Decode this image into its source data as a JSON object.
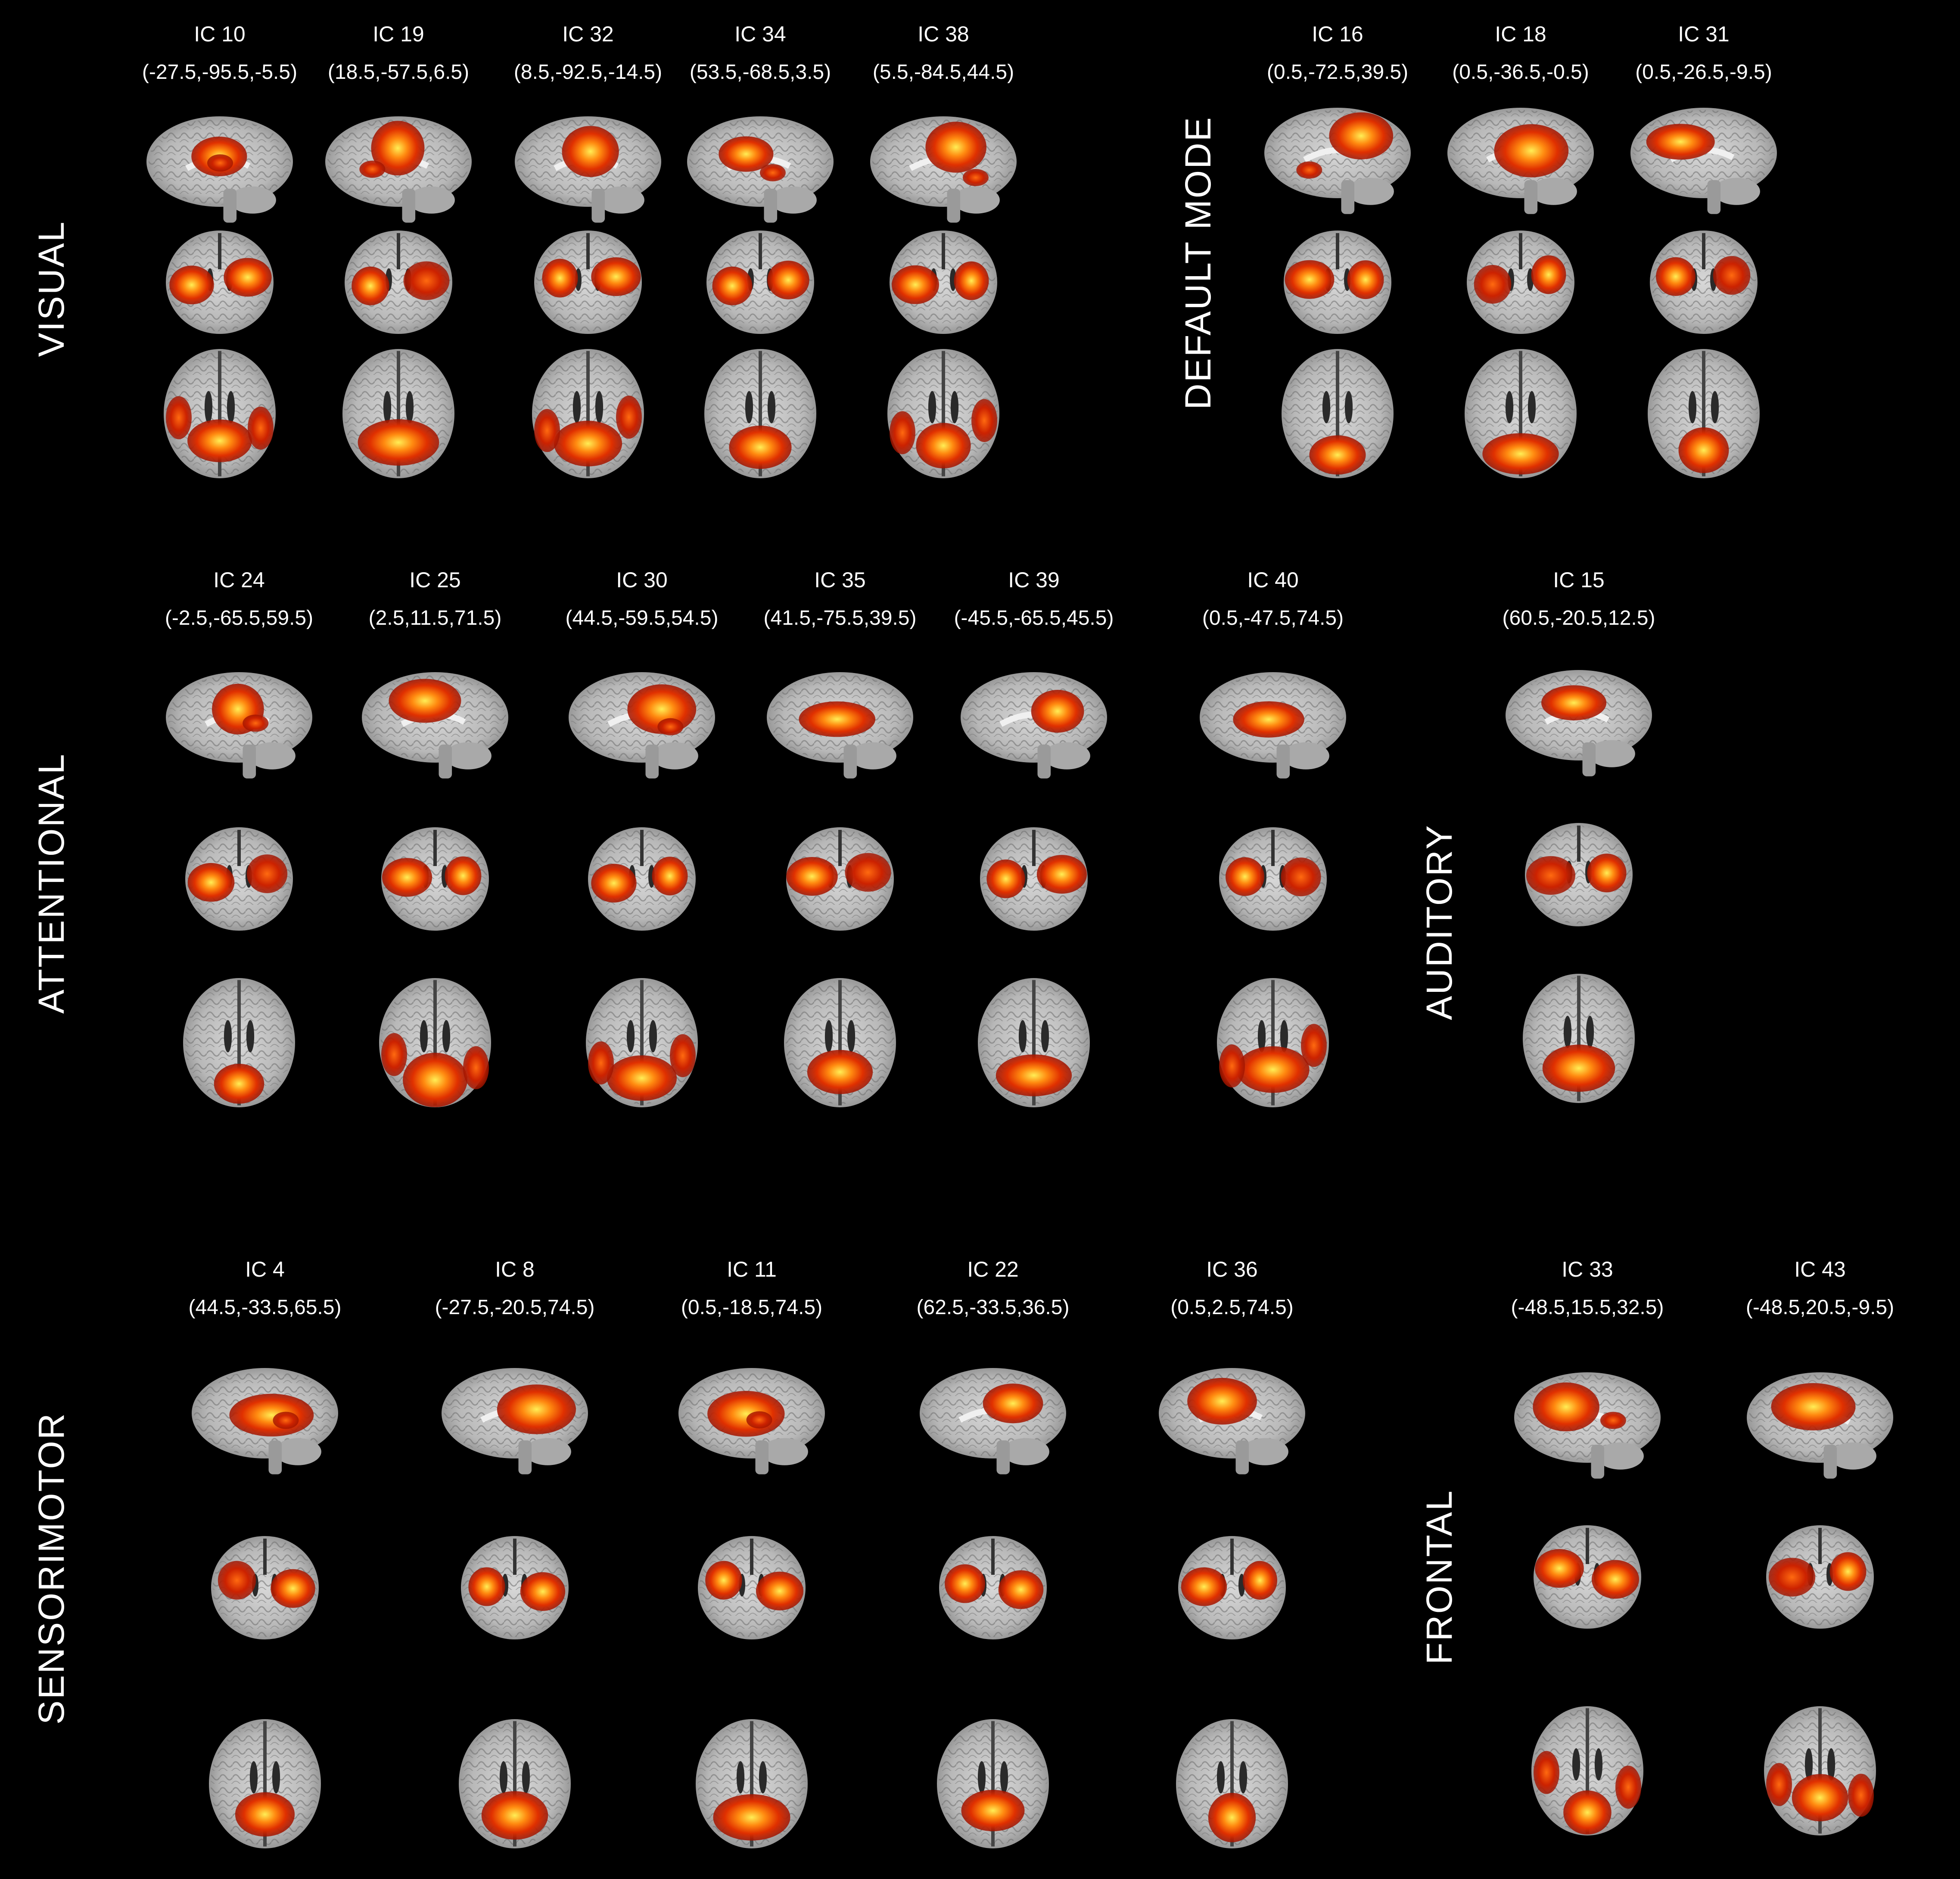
{
  "colors": {
    "background": "#000000",
    "text": "#ffffff",
    "brain": "#c9c9c9",
    "brain_dark": "#7a7a7a",
    "activation_outer": "#b01a00",
    "activation_mid": "#ff5500",
    "activation_core": "#ffee55"
  },
  "networks": [
    {
      "label": "VISUAL",
      "components": [
        {
          "name": "IC 10",
          "coords": "(-27.5,-95.5,-5.5)"
        },
        {
          "name": "IC 19",
          "coords": "(18.5,-57.5,6.5)"
        },
        {
          "name": "IC 32",
          "coords": "(8.5,-92.5,-14.5)"
        },
        {
          "name": "IC 34",
          "coords": "(53.5,-68.5,3.5)"
        },
        {
          "name": "IC 38",
          "coords": "(5.5,-84.5,44.5)"
        }
      ]
    },
    {
      "label": "DEFAULT  MODE",
      "components": [
        {
          "name": "IC 16",
          "coords": "(0.5,-72.5,39.5)"
        },
        {
          "name": "IC 18",
          "coords": "(0.5,-36.5,-0.5)"
        },
        {
          "name": "IC 31",
          "coords": "(0.5,-26.5,-9.5)"
        }
      ]
    },
    {
      "label": "ATTENTIONAL",
      "components": [
        {
          "name": "IC 24",
          "coords": "(-2.5,-65.5,59.5)"
        },
        {
          "name": "IC 25",
          "coords": "(2.5,11.5,71.5)"
        },
        {
          "name": "IC 30",
          "coords": "(44.5,-59.5,54.5)"
        },
        {
          "name": "IC 35",
          "coords": "(41.5,-75.5,39.5)"
        },
        {
          "name": "IC 39",
          "coords": "(-45.5,-65.5,45.5)"
        },
        {
          "name": "IC 40",
          "coords": "(0.5,-47.5,74.5)"
        }
      ]
    },
    {
      "label": "AUDITORY",
      "components": [
        {
          "name": "IC 15",
          "coords": "(60.5,-20.5,12.5)"
        }
      ]
    },
    {
      "label": "SENSORIMOTOR",
      "components": [
        {
          "name": "IC 4",
          "coords": "(44.5,-33.5,65.5)"
        },
        {
          "name": "IC 8",
          "coords": "(-27.5,-20.5,74.5)"
        },
        {
          "name": "IC 11",
          "coords": "(0.5,-18.5,74.5)"
        },
        {
          "name": "IC 22",
          "coords": "(62.5,-33.5,36.5)"
        },
        {
          "name": "IC 36",
          "coords": "(0.5,2.5,74.5)"
        }
      ]
    },
    {
      "label": "FRONTAL",
      "components": [
        {
          "name": "IC 33",
          "coords": "(-48.5,15.5,32.5)"
        },
        {
          "name": "IC 43",
          "coords": "(-48.5,20.5,-9.5)"
        }
      ]
    }
  ]
}
